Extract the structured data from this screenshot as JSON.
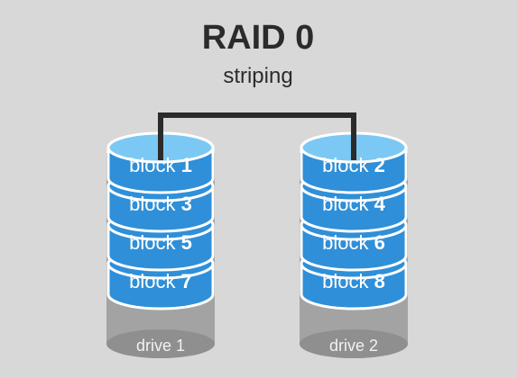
{
  "title": "RAID 0",
  "subtitle": "striping",
  "colors": {
    "background": "#d8d8d8",
    "block_fill": "#2f8fd8",
    "block_top": "#7cc8f4",
    "block_rim": "#ffffff",
    "drive_body": "#a3a3a3",
    "drive_shadow": "#8f8f8f",
    "connector": "#2b2b2b",
    "title": "#2b2b2b"
  },
  "drives": [
    {
      "label": "drive 1",
      "blocks": [
        {
          "word": "block",
          "num": "1"
        },
        {
          "word": "block",
          "num": "3"
        },
        {
          "word": "block",
          "num": "5"
        },
        {
          "word": "block",
          "num": "7"
        }
      ]
    },
    {
      "label": "drive 2",
      "blocks": [
        {
          "word": "block",
          "num": "2"
        },
        {
          "word": "block",
          "num": "4"
        },
        {
          "word": "block",
          "num": "6"
        },
        {
          "word": "block",
          "num": "8"
        }
      ]
    }
  ]
}
